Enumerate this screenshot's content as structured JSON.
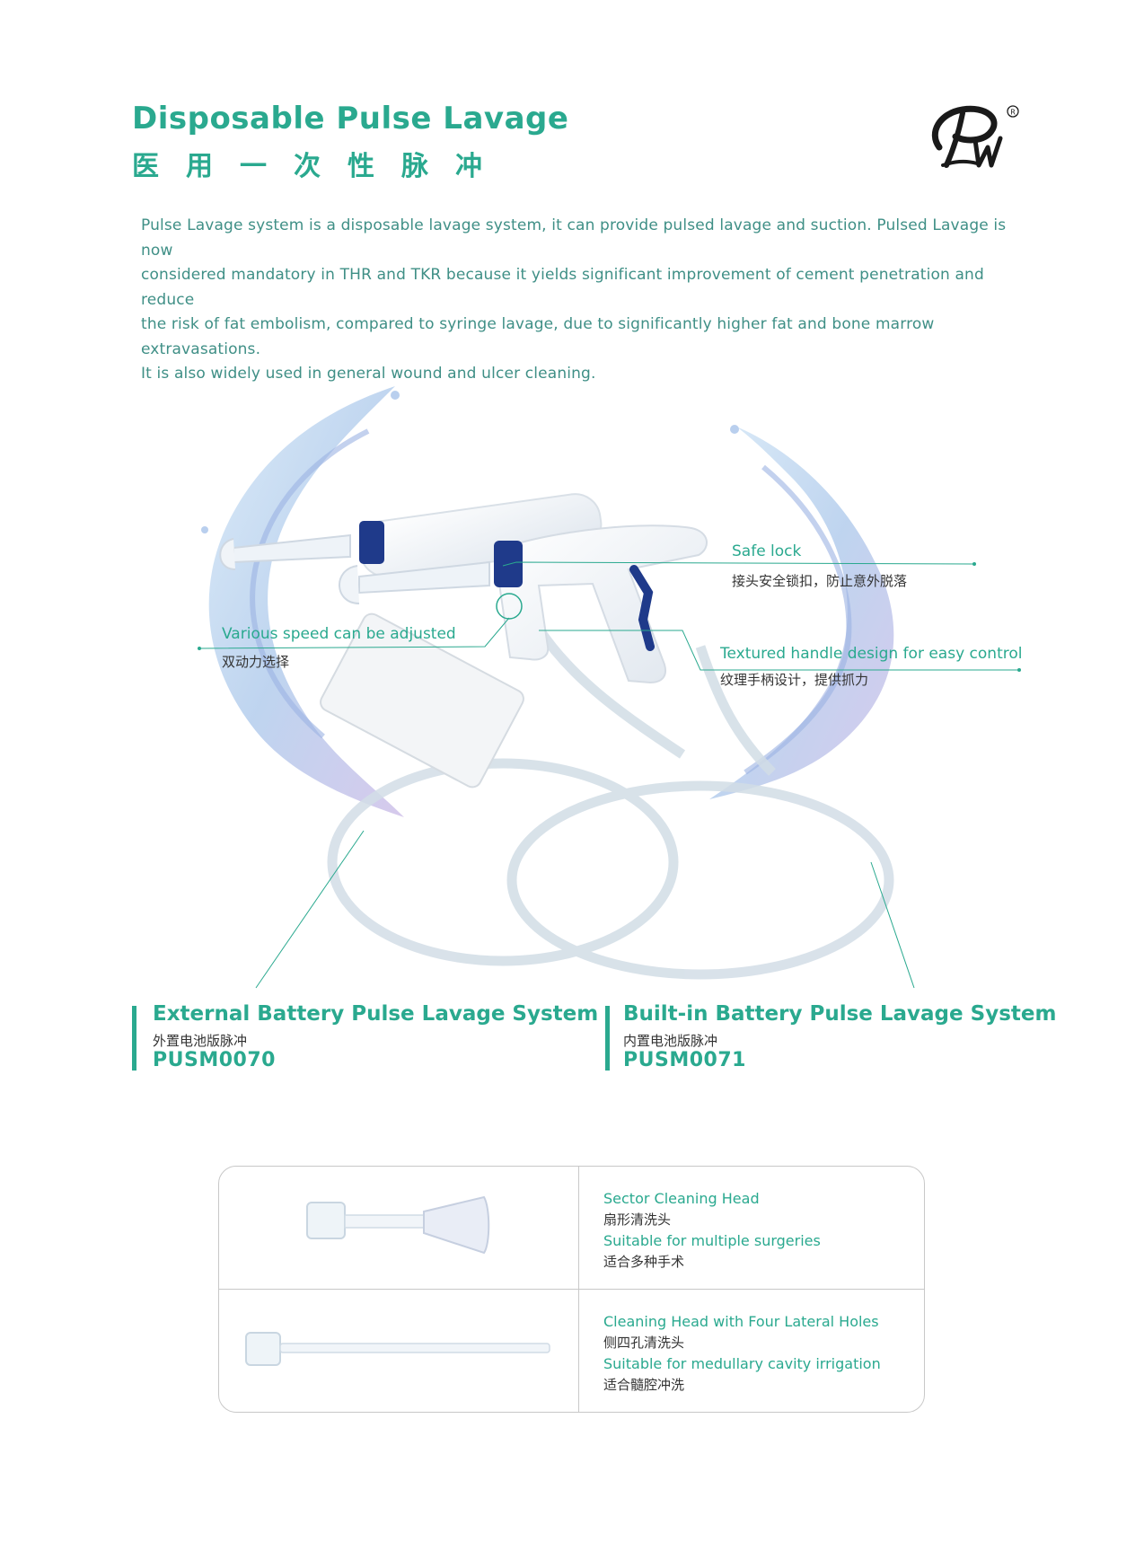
{
  "header": {
    "title_en": "Disposable Pulse Lavage",
    "title_cn": "医用一次性脉冲"
  },
  "intro": {
    "lines": [
      "Pulse Lavage system is a disposable lavage system, it can provide pulsed lavage and suction. Pulsed Lavage is now",
      "considered mandatory in THR and TKR because it yields significant improvement of cement penetration and reduce",
      "the risk of fat embolism, compared to syringe lavage, due to significantly higher fat and bone marrow extravasations.",
      "It is also widely used in general wound and ulcer cleaning."
    ]
  },
  "callouts": {
    "safe_lock": {
      "en": "Safe lock",
      "cn": "接头安全锁扣，防止意外脱落"
    },
    "speed": {
      "en": "Various speed can be adjusted",
      "cn": "双动力选择"
    },
    "handle": {
      "en": "Textured handle design for easy control",
      "cn": "纹理手柄设计，提供抓力"
    }
  },
  "systems": {
    "external": {
      "name": "External Battery Pulse Lavage System",
      "cn": "外置电池版脉冲",
      "code": "PUSM0070"
    },
    "builtin": {
      "name": "Built-in Battery Pulse Lavage System",
      "cn": "内置电池版脉冲",
      "code": "PUSM0071"
    }
  },
  "heads": [
    {
      "name_en": "Sector Cleaning Head",
      "name_cn": "扇形清洗头",
      "use_en": "Suitable for multiple surgeries",
      "use_cn": "适合多种手术"
    },
    {
      "name_en": "Cleaning Head with Four Lateral Holes",
      "name_cn": "侧四孔清洗头",
      "use_en": "Suitable for medullary cavity irrigation",
      "use_cn": "适合髓腔冲洗"
    }
  ],
  "colors": {
    "accent": "#2aa98f",
    "text": "#333333",
    "border": "#c8c8c8"
  }
}
